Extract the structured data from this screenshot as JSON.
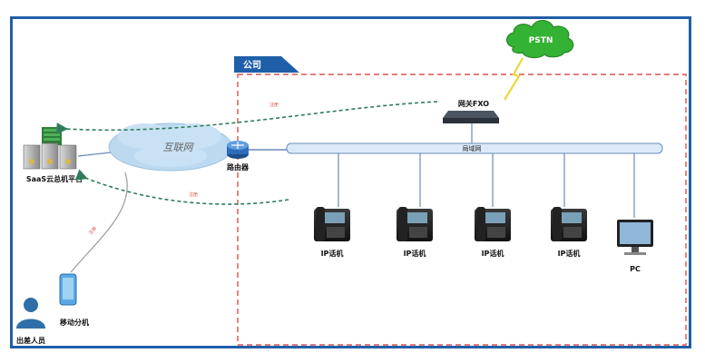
{
  "company_label": "公司",
  "pstn_label": "PSTN",
  "gateway_label": "网关FXO",
  "lan_label": "局域网",
  "router_label": "路由器",
  "internet_label": "互联网",
  "saas_label": "SaaS云总机平台",
  "mobile_label": "移动分机",
  "traveler_label": "出差人员",
  "phones": [
    {
      "label": "IP话机"
    },
    {
      "label": "IP话机"
    },
    {
      "label": "IP话机"
    },
    {
      "label": "IP话机"
    }
  ],
  "pc_label": "PC",
  "link_labels": {
    "gateway_link": "注册",
    "lan_link": "注册",
    "mobile_link": "注册"
  },
  "colors": {
    "frame_border": "#1f5fa8",
    "company_tab": "#1f5fa8",
    "company_border": "#d9534f",
    "pstn_cloud": "#34b233",
    "internet_cloud": "#bcd9f0",
    "lan_bar": "#dbe9f8",
    "dashed_link": "#2e7d5b",
    "lightning": "#e8d83a"
  }
}
